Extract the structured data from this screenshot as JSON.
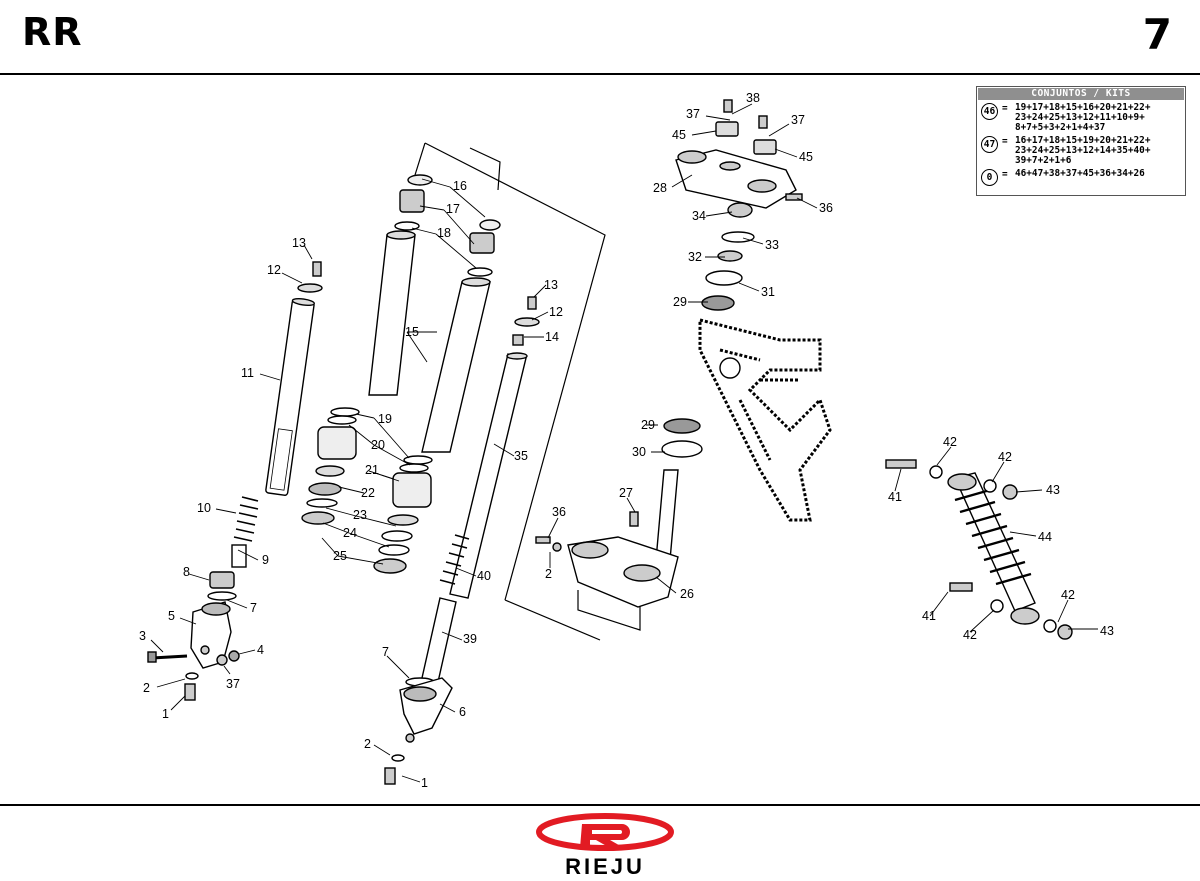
{
  "header": {
    "model": "RR",
    "page_number": "7"
  },
  "kits": {
    "title": "CONJUNTOS / KITS",
    "rows": [
      {
        "id": "46",
        "eq": "=",
        "value": "19+17+18+15+16+20+21+22+\n23+24+25+13+12+11+10+9+\n8+7+5+3+2+1+4+37"
      },
      {
        "id": "47",
        "eq": "=",
        "value": "16+17+18+15+19+20+21+22+\n23+24+25+13+12+14+35+40+\n39+7+2+1+6"
      },
      {
        "id": "0",
        "eq": "=",
        "value": "46+47+38+37+45+36+34+26"
      }
    ]
  },
  "callouts": [
    "1",
    "2",
    "3",
    "4",
    "5",
    "6",
    "7",
    "8",
    "9",
    "10",
    "11",
    "12",
    "13",
    "14",
    "15",
    "16",
    "17",
    "18",
    "19",
    "20",
    "21",
    "22",
    "23",
    "24",
    "25",
    "26",
    "27",
    "28",
    "29",
    "30",
    "31",
    "32",
    "33",
    "34",
    "35",
    "36",
    "37",
    "38",
    "39",
    "40",
    "41",
    "42",
    "43",
    "44",
    "45"
  ],
  "logo": {
    "text": "RIEJU",
    "brand_color": "#e21b23"
  }
}
